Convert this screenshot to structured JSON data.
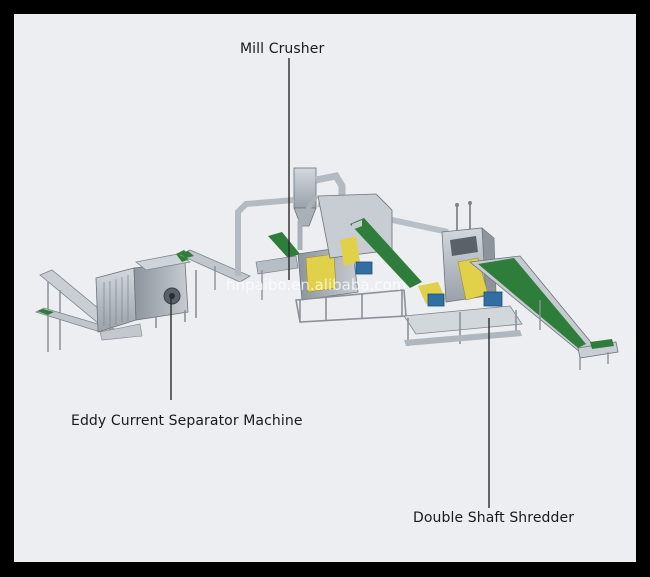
{
  "labels": {
    "mill_crusher": "Mill Crusher",
    "eddy_current": "Eddy Current Separator Machine",
    "double_shaft": "Double Shaft Shredder"
  },
  "watermark": "hnpaibo.en.alibaba.com",
  "colors": {
    "frame": "#000000",
    "background": "#eceef1",
    "machine_steel": "#b9bfc6",
    "belt_green": "#2f7d3a",
    "accent_yellow": "#e0d04a",
    "motor_blue": "#2f6fa3"
  },
  "icons": [
    "machine-illustration"
  ]
}
